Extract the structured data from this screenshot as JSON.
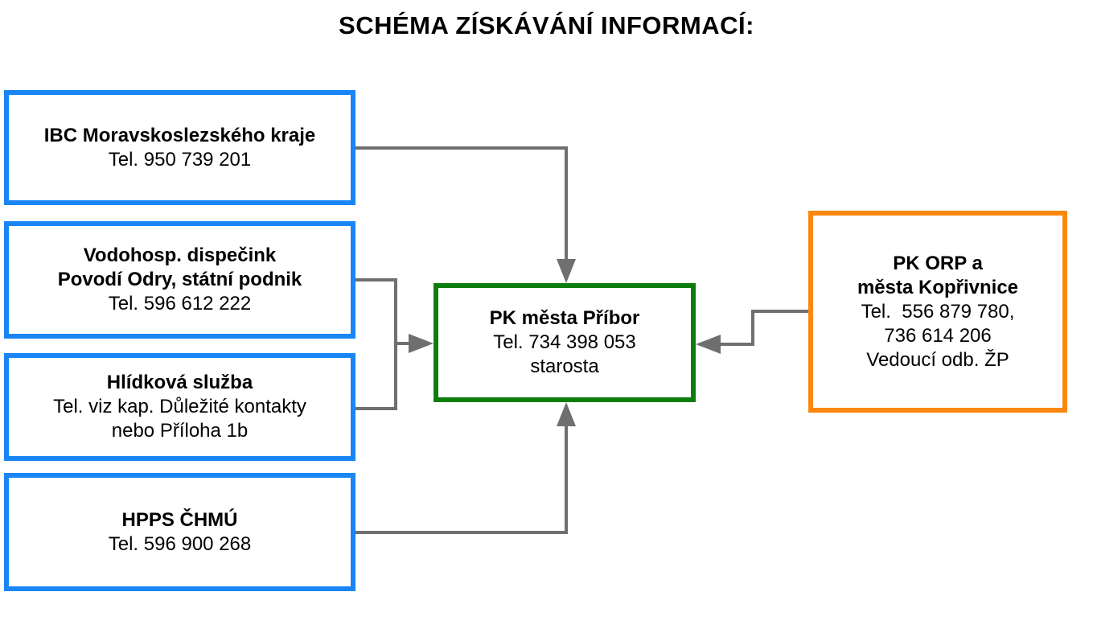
{
  "title": "SCHÉMA ZÍSKÁVÁNÍ INFORMACÍ:",
  "colors": {
    "source_border": "#1a86f5",
    "center_border": "#0d7d0d",
    "orp_border": "#fb870e",
    "connector": "#6f6f6f"
  },
  "nodes": {
    "ibc": {
      "name": "IBC Moravskoslezského kraje",
      "line1": "Tel. 950 739 201"
    },
    "vodohosp": {
      "name1": "Vodohosp. dispečink",
      "name2": "Povodí Odry, státní podnik",
      "line1": "Tel. 596 612 222"
    },
    "hlidkova": {
      "name": "Hlídková služba",
      "line1": "Tel. viz kap. Důležité kontakty",
      "line2": "nebo Příloha 1b"
    },
    "hpps": {
      "name": "HPPS ČHMÚ",
      "line1": "Tel. 596 900 268"
    },
    "pk_pribor": {
      "name": "PK města Příbor",
      "line1": "Tel. 734 398 053",
      "line2": "starosta"
    },
    "pk_orp": {
      "name1": "PK ORP a",
      "name2": "města Kopřivnice",
      "line1": "Tel.  556 879 780,",
      "line2": "736 614 206",
      "line3": "Vedoucí odb. ŽP"
    }
  }
}
